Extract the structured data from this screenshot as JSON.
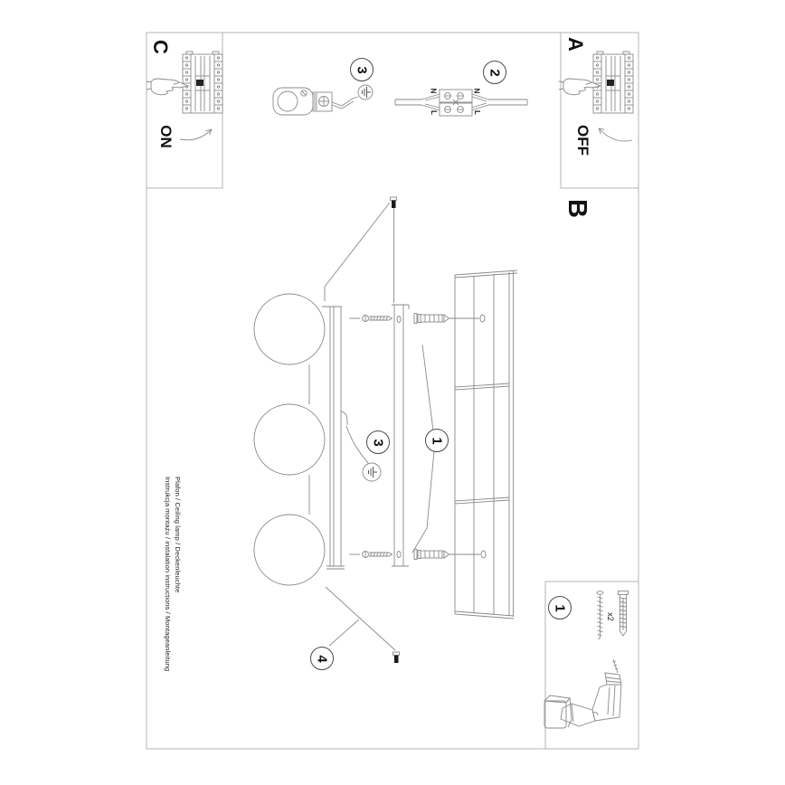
{
  "document": {
    "side_text_line1": "Instrukcja montażu / instalation instructions / Montageanleitung",
    "side_text_line2": "Plafon / Ceiling lamp / Deckenleuchte"
  },
  "steps": {
    "a": "A",
    "b": "B",
    "c": "C"
  },
  "switch": {
    "on": "ON",
    "off": "OFF"
  },
  "callouts": {
    "ground_top": "3",
    "wiring": "2",
    "ground_mid": "3",
    "mounting_screws": "1",
    "canopy_screws": "4",
    "hardware_box": "1"
  },
  "wiring_labels": {
    "n_in": "N",
    "n_out": "N",
    "l_in": "L",
    "l_out": "L"
  },
  "hardware": {
    "qty": "x2"
  },
  "icons": {
    "ground_symbol": "⏚"
  },
  "colors": {
    "line": "#8a8a8a",
    "frame": "#b3b3b3",
    "ink": "#1a1a1a"
  }
}
